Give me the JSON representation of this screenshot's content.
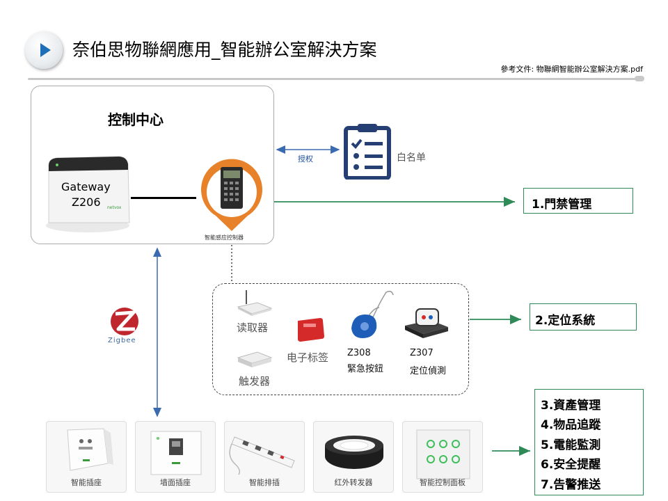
{
  "header": {
    "title": "奈伯思物聯網應用_智能辦公室解決方案",
    "reference": "參考文件: 物聯網智能辦公室解決方案.pdf"
  },
  "control_center": {
    "title": "控制中心",
    "gateway_line1": "Gateway",
    "gateway_line2": "Z206",
    "gateway_brand": "netvox",
    "reader_label": "智能感应控制器"
  },
  "authorization": {
    "label": "授权",
    "whitelist_label": "白名单"
  },
  "outputs": {
    "access_control": "1.門禁管理",
    "positioning": "2.定位系統",
    "features": [
      "3.資產管理",
      "4.物品追蹤",
      "5.電能監測",
      "6.安全提醒",
      "7.告警推送"
    ]
  },
  "positioning_group": {
    "reader_label": "读取器",
    "trigger_label": "触发器",
    "tag_label": "电子标签",
    "z308_model": "Z308",
    "z308_name": "緊急按鈕",
    "z307_model": "Z307",
    "z307_name": "定位偵測"
  },
  "zigbee": {
    "label": "Zigbee"
  },
  "products": [
    {
      "label": "智能插座"
    },
    {
      "label": "墙面插座"
    },
    {
      "label": "智能排插"
    },
    {
      "label": "红外转发器"
    },
    {
      "label": "智能控制面板"
    }
  ],
  "colors": {
    "flow_arrow": "#2e8b57",
    "link_arrow": "#3a6ab0",
    "accent_orange": "#e8822a",
    "clipboard": "#253f73",
    "play_icon": "#1d6fb8",
    "zigbee_red": "#c0262d"
  }
}
